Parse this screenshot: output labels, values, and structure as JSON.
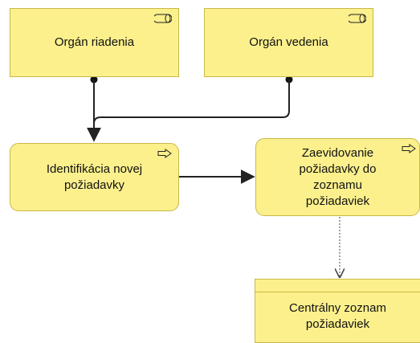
{
  "diagram": {
    "nodes": [
      {
        "id": "organ-riadenia",
        "label": "Orgán riadenia",
        "kind": "business-role",
        "icon": "role-icon"
      },
      {
        "id": "organ-vedenia",
        "label": "Orgán vedenia",
        "kind": "business-role",
        "icon": "role-icon"
      },
      {
        "id": "identifikacia",
        "label": "Identifikácia novej požiadavky",
        "kind": "business-process",
        "icon": "process-arrow-icon"
      },
      {
        "id": "zaevidovanie",
        "label": "Zaevidovanie požiadavky do zoznamu požiadaviek",
        "kind": "business-process",
        "icon": "process-arrow-icon"
      },
      {
        "id": "centralny-zoznam",
        "label": "Centrálny zoznam požiadaviek",
        "kind": "business-object"
      }
    ],
    "edges": [
      {
        "from": "organ-riadenia",
        "to": "identifikacia",
        "type": "assignment"
      },
      {
        "from": "organ-vedenia",
        "to": "identifikacia",
        "type": "assignment"
      },
      {
        "from": "identifikacia",
        "to": "zaevidovanie",
        "type": "triggering"
      },
      {
        "from": "zaevidovanie",
        "to": "centralny-zoznam",
        "type": "access"
      }
    ],
    "colors": {
      "node_fill": "#fcf08d",
      "node_border": "#c9b84a",
      "edge": "#222222"
    }
  }
}
